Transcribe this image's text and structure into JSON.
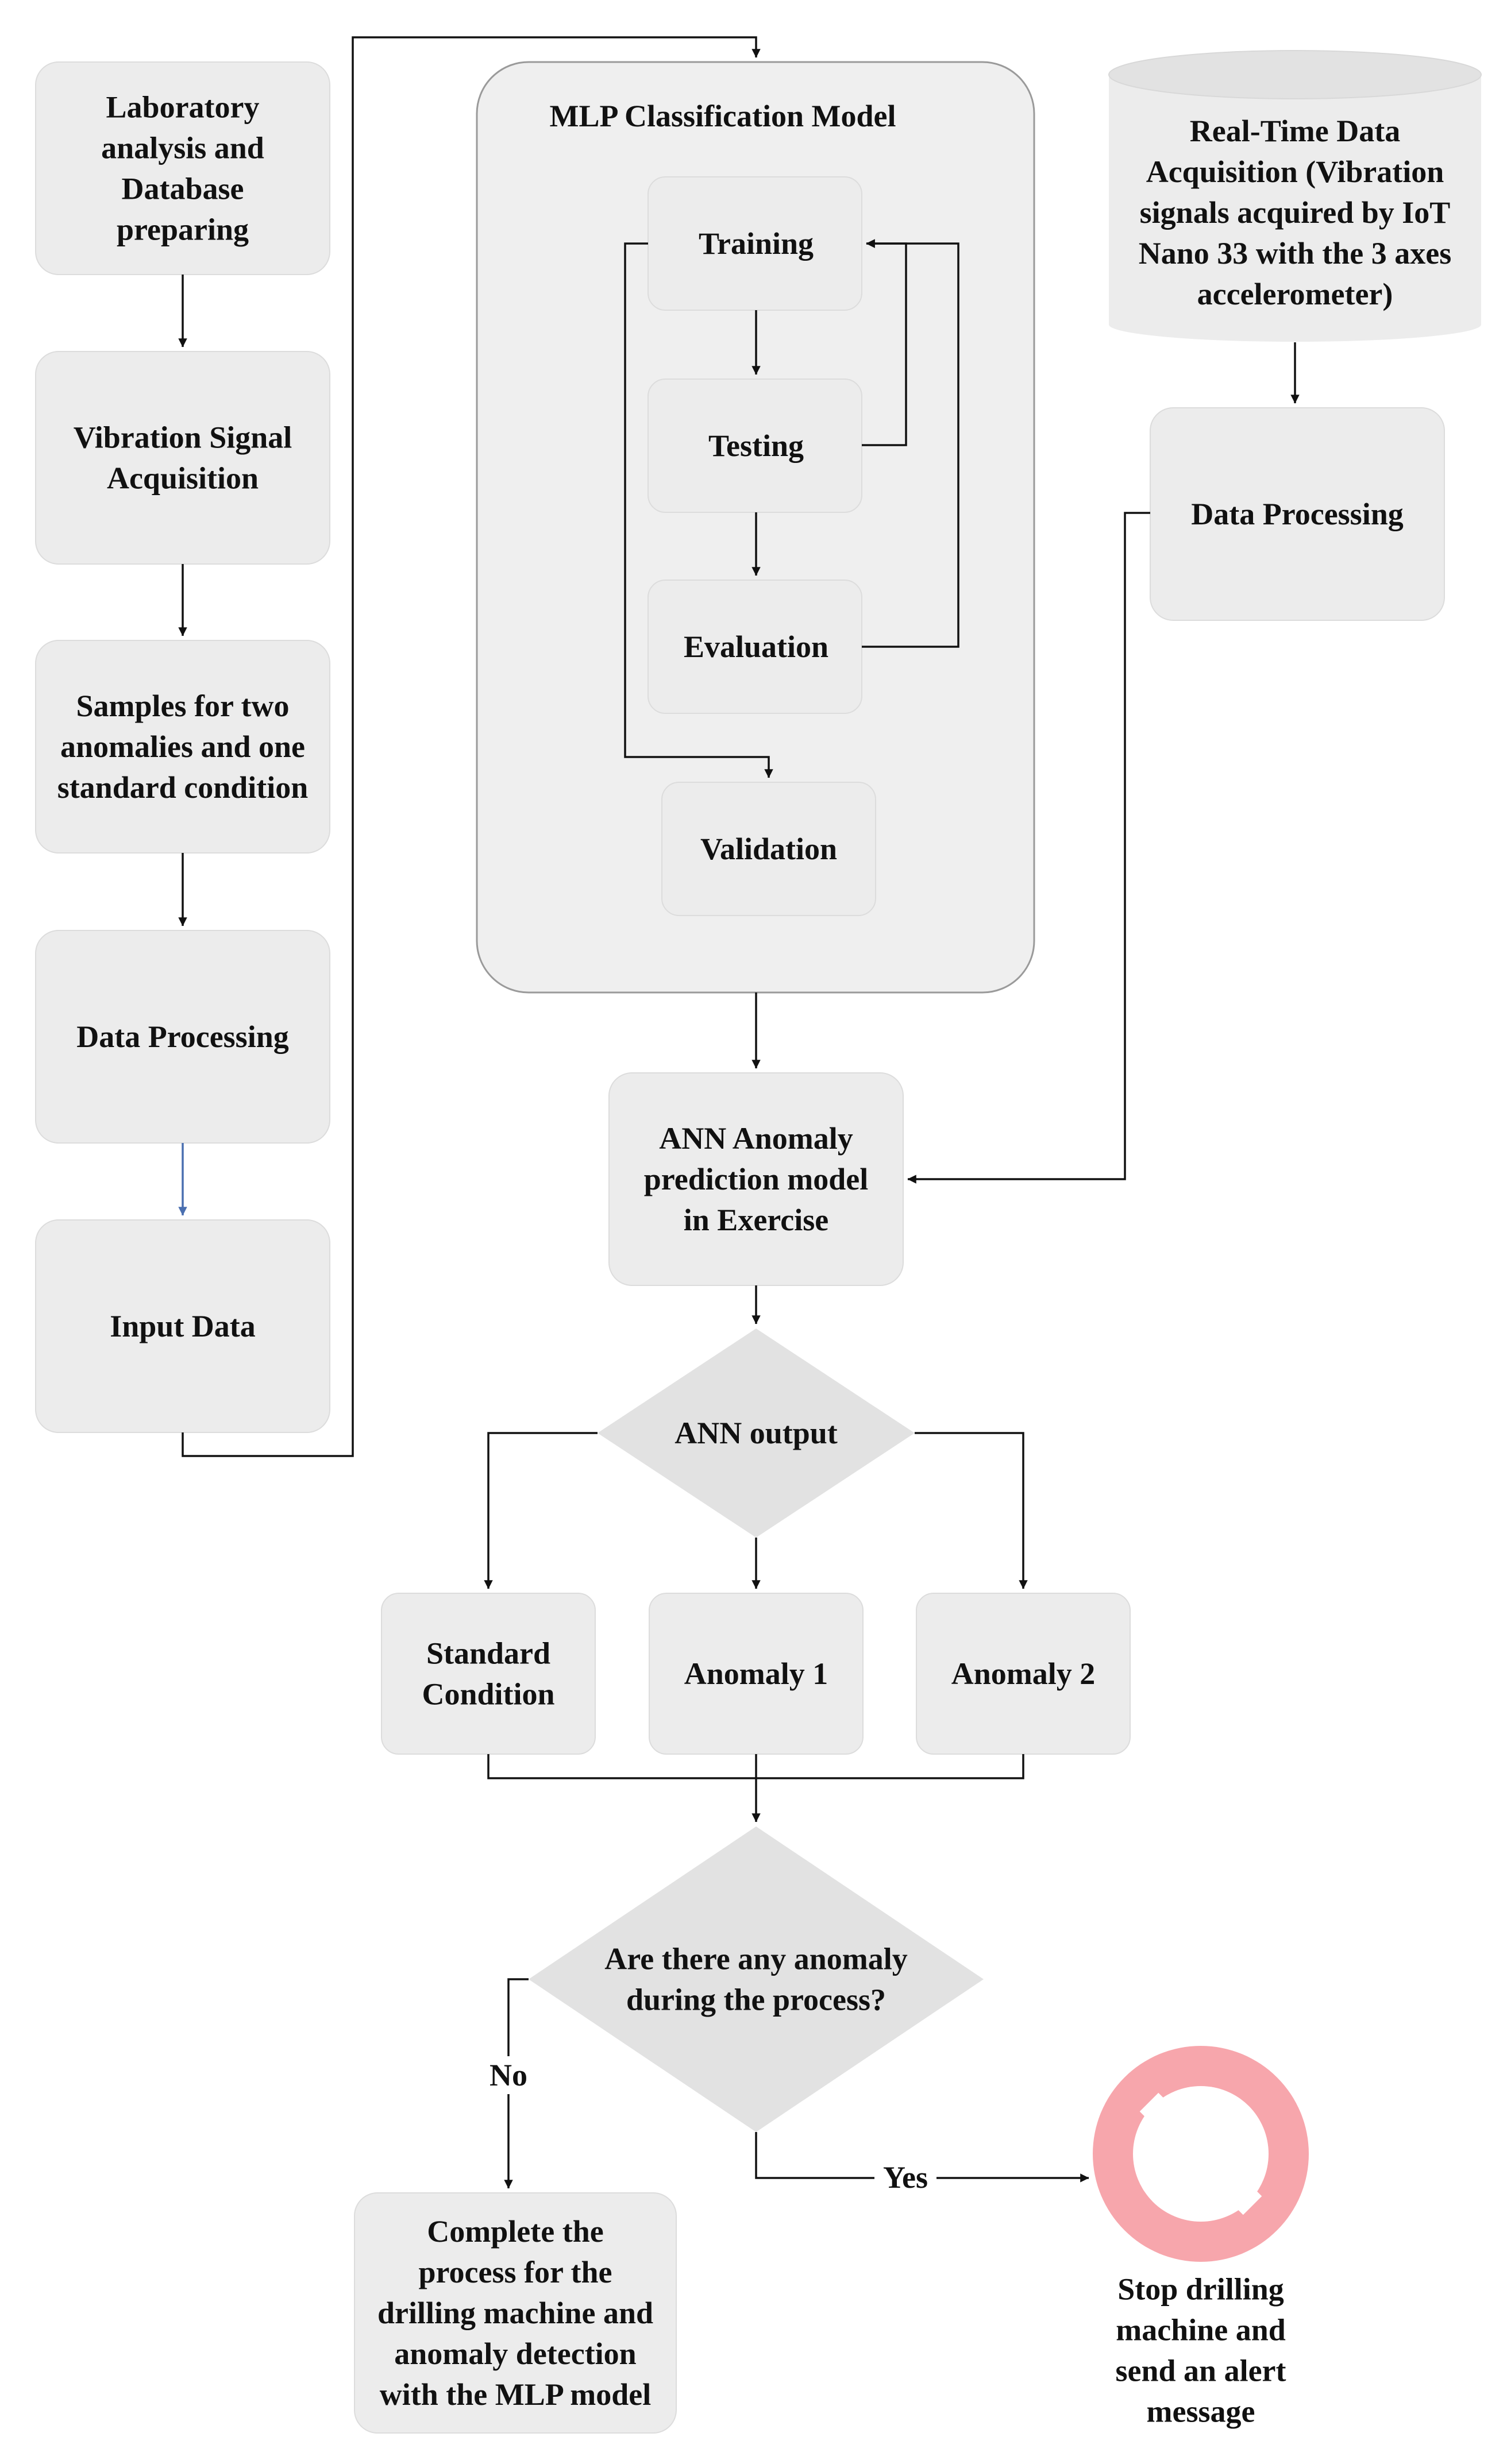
{
  "nodes": {
    "lab_analysis": [
      "Laboratory",
      "analysis and",
      "Database",
      "preparing"
    ],
    "vibration_acq": [
      "Vibration Signal",
      "Acquisition"
    ],
    "samples": [
      "Samples for two",
      "anomalies and one",
      "standard condition"
    ],
    "data_processing_left": [
      "Data Processing"
    ],
    "input_data": [
      "Input Data"
    ],
    "mlp_title": [
      "MLP Classification Model"
    ],
    "training": [
      "Training"
    ],
    "testing": [
      "Testing"
    ],
    "evaluation": [
      "Evaluation"
    ],
    "validation": [
      "Validation"
    ],
    "realtime": [
      "Real-Time Data",
      "Acquisition (Vibration",
      "signals acquired by IoT",
      "Nano 33 with the 3 axes",
      "accelerometer)"
    ],
    "data_processing_right": [
      "Data Processing"
    ],
    "ann_model": [
      "ANN Anomaly",
      "prediction model",
      "in Exercise"
    ],
    "ann_output": [
      "ANN output"
    ],
    "standard_condition": [
      "Standard",
      "Condition"
    ],
    "anomaly1": [
      "Anomaly 1"
    ],
    "anomaly2": [
      "Anomaly 2"
    ],
    "decision": [
      "Are there any anomaly",
      "during the process?"
    ],
    "complete": [
      "Complete the",
      "process for the",
      "drilling machine and",
      "anomaly detection",
      "with the MLP model"
    ],
    "stop": [
      "Stop drilling",
      "machine and",
      "send an alert",
      "message"
    ]
  },
  "edge_labels": {
    "no": "No",
    "yes": "Yes"
  },
  "icons": {
    "stop": "prohibition-sign-icon"
  },
  "colors": {
    "box_fill": "#ececec",
    "diamond_fill": "#e2e2e2",
    "stop_icon": "#f7a6ac",
    "line": "#111111",
    "blue_arrow": "#4a6fb0"
  }
}
